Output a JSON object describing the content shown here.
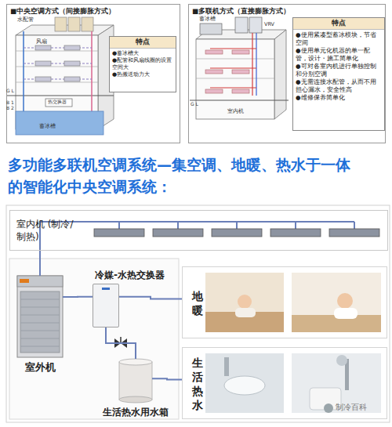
{
  "diagram": {
    "title": "多功能多联机空调系统—集空调、地暖、热水于一体的智能化中央空调系统：",
    "nodes": [
      {
        "text": [
          "■中央空调方式（间接膨胀方式）"
        ]
      },
      {
        "text": [
          "特点",
          "●蓄冰槽大",
          "●配管和风扇线圈的设置空间大",
          "●热搬送动力大"
        ],
        "in": 0
      },
      {
        "text": [
          "■多联机方式（直接膨胀方式）"
        ]
      },
      {
        "text": [
          "特点",
          "●使用紧凑型蓄冰模块，节省空间",
          "●使用单元化机器的单一配管，设计・施工简单化",
          "●可对各室内机进行单独控制和分别空调",
          "●无需连接水配管，从而不用担心漏水，安全性高",
          "●维修保养简单化"
        ],
        "in": 2
      },
      {
        "text": [
          "室内机 (制冷/制热)"
        ]
      },
      {
        "text": [
          "室外机"
        ]
      },
      {
        "text": [
          "冷媒-水热交换器"
        ]
      },
      {
        "text": [
          "生活热水用水箱"
        ]
      },
      {
        "text": [
          "地暖"
        ]
      },
      {
        "text": [
          "生活热水"
        ]
      }
    ],
    "edges": [
      {
        "from": 5,
        "to": 4,
        "arrow": "none"
      },
      {
        "from": 5,
        "to": 6,
        "arrow": "none"
      },
      {
        "from": 6,
        "to": 8,
        "arrow": "none"
      },
      {
        "from": 6,
        "to": 7,
        "arrow": "none"
      },
      {
        "from": 7,
        "to": 9,
        "arrow": "none"
      }
    ],
    "labels": [
      "水配管",
      "风扇",
      "热交换器",
      "蓄冰槽",
      "G L",
      "B 1",
      "B 2",
      "蓄冰槽",
      "VRV",
      "室内机",
      "G L",
      "制冷百科"
    ]
  }
}
